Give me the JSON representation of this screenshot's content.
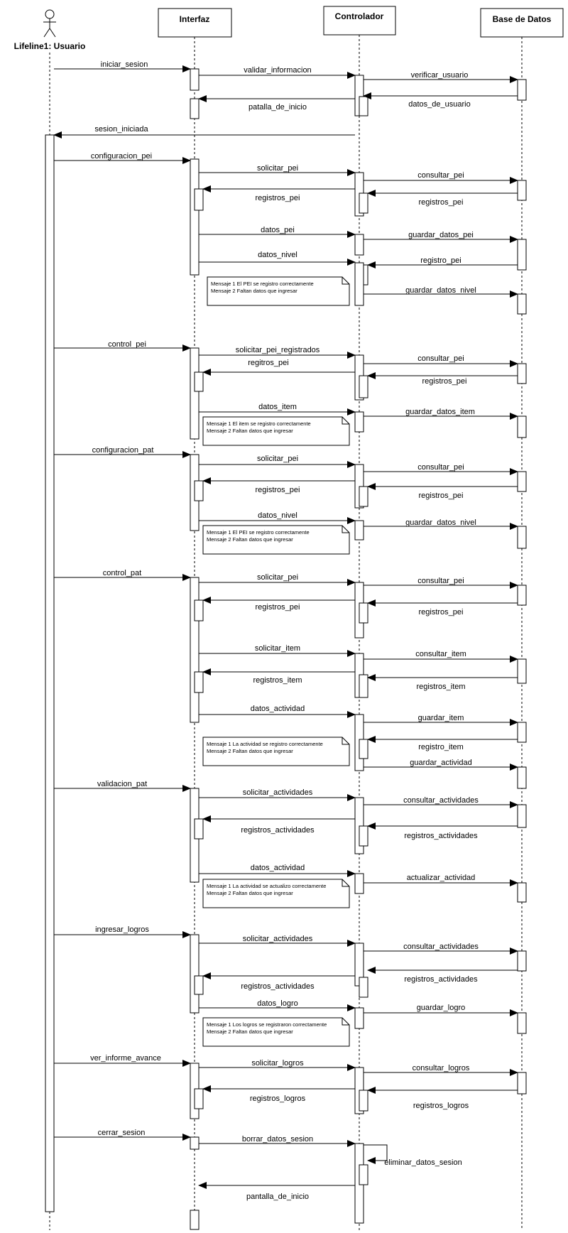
{
  "lifelines": {
    "usuario": "Lifeline1: Usuario",
    "interfaz": "Interfaz",
    "controlador": "Controlador",
    "base_datos": "Base de Datos"
  },
  "messages": [
    "iniciar_sesion",
    "validar_informacion",
    "verificar_usuario",
    "datos_de_usuario",
    "patalla_de_inicio",
    "sesion_iniciada",
    "configuracion_pei",
    "solicitar_pei",
    "consultar_pei",
    "registros_pei",
    "registros_pei",
    "datos_pei",
    "guardar_datos_pei",
    "datos_nivel",
    "registro_pei",
    "guardar_datos_nivel",
    "control_pei",
    "solicitar_pei_registrados",
    "consultar_pei",
    "regitros_pei",
    "registros_pei",
    "datos_item",
    "guardar_datos_item",
    "configuracion_pat",
    "solicitar_pei",
    "consultar_pei",
    "registros_pei",
    "registros_pei",
    "datos_nivel",
    "guardar_datos_nivel",
    "control_pat",
    "solicitar_pei",
    "consultar_pei",
    "registros_pei",
    "registros_pei",
    "solicitar_item",
    "consultar_item",
    "registros_item",
    "registros_item",
    "datos_actividad",
    "guardar_item",
    "registro_item",
    "guardar_actividad",
    "validacion_pat",
    "solicitar_actividades",
    "consultar_actividades",
    "registros_actividades",
    "registros_actividades",
    "datos_actividad",
    "actualizar_actividad",
    "ingresar_logros",
    "solicitar_actividades",
    "consultar_actividades",
    "registros_actividades",
    "registros_actividades",
    "datos_logro",
    "guardar_logro",
    "ver_informe_avance",
    "solicitar_logros",
    "consultar_logros",
    "registros_logros",
    "registros_logros",
    "cerrar_sesion",
    "borrar_datos_sesion",
    "eliminar_datos_sesion",
    "pantalla_de_inicio"
  ],
  "notes": [
    [
      "Mensaje 1 El PEI se registro correctamente",
      "Mensaje 2 Faltan datos que ingresar"
    ],
    [
      "Mensaje 1 El item se registro correctamente",
      "Mensaje 2 Faltan datos que ingresar"
    ],
    [
      "Mensaje 1 El PEI se registro correctamente",
      "Mensaje 2 Faltan datos que ingresar"
    ],
    [
      "Mensaje 1 La actividad se registro correctamente",
      "Mensaje 2 Faltan datos que ingresar"
    ],
    [
      "Mensaje 1 La actividad se actualizo correctamente",
      "Mensaje 2 Faltan datos que ingresar"
    ],
    [
      "Mensaje 1 Los logros se registraron correctamente",
      "Mensaje 2 Faltan datos que ingresar"
    ]
  ]
}
